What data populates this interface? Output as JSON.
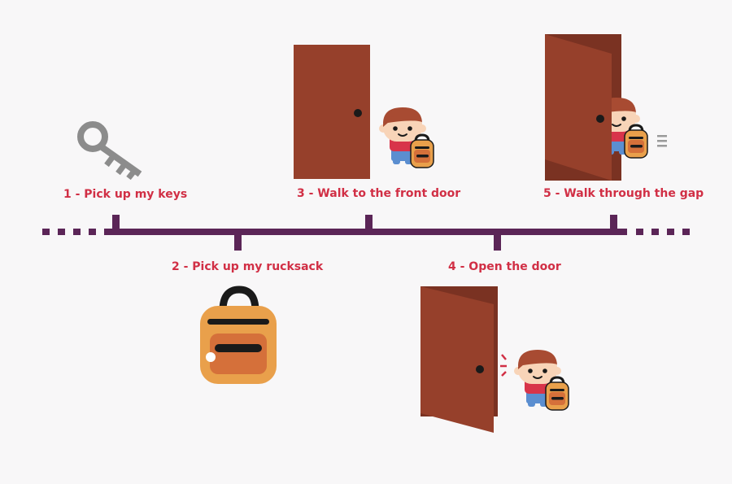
{
  "colors": {
    "background": "#f8f7f8",
    "timeline": "#5b2557",
    "label": "#d12f45",
    "door": "#96402b",
    "door_dark": "#7a3222",
    "key": "#8c8c8c",
    "backpack": "#e9a04b",
    "backpack_inner": "#d5703a",
    "skin": "#f8d4b8",
    "hair": "#a84b32",
    "shirt": "#d8344a",
    "pants": "#5b8ed0"
  },
  "steps": [
    {
      "label": "1 - Pick up my keys",
      "icon": "key-icon"
    },
    {
      "label": "2 - Pick up my rucksack",
      "icon": "backpack-icon"
    },
    {
      "label": "3 - Walk to the front door",
      "icon": "door-closed-icon"
    },
    {
      "label": "4 - Open the door",
      "icon": "door-open-icon"
    },
    {
      "label": "5 - Walk through the gap",
      "icon": "door-wide-open-icon"
    }
  ]
}
